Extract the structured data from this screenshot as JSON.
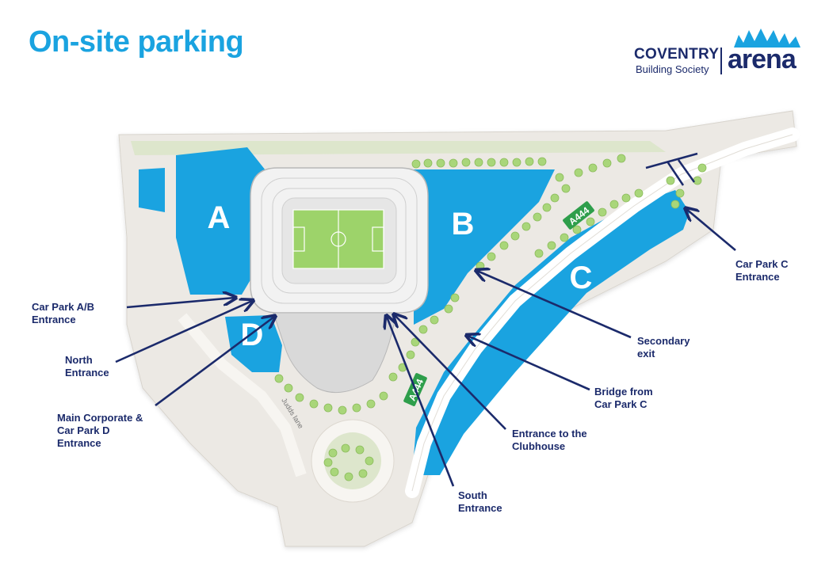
{
  "title": "On-site parking",
  "logo": {
    "brand": "COVENTRY",
    "subtitle": "Building Society",
    "product": "arena"
  },
  "colors": {
    "accent": "#1aa3e0",
    "navy": "#1b2a6b",
    "parking": "#1aa3e0",
    "pitch": "#9dd36a",
    "trees": "#a9d67a",
    "road_badge": "#2e9e4b",
    "ground": "#ece9e4"
  },
  "car_parks": [
    "A",
    "B",
    "C",
    "D"
  ],
  "roads": {
    "a444_north": "A444",
    "a444_south": "A444",
    "lane": "Judds lane"
  },
  "callouts": {
    "car_park_ab": [
      "Car Park A/B",
      "Entrance"
    ],
    "north": [
      "North",
      "Entrance"
    ],
    "main_corporate": [
      "Main Corporate &",
      "Car Park D",
      "Entrance"
    ],
    "south": [
      "South",
      "Entrance"
    ],
    "clubhouse": [
      "Entrance to the",
      "Clubhouse"
    ],
    "bridge": [
      "Bridge from",
      "Car Park C"
    ],
    "secondary": [
      "Secondary",
      "exit"
    ],
    "car_park_c": [
      "Car Park C",
      "Entrance"
    ]
  }
}
